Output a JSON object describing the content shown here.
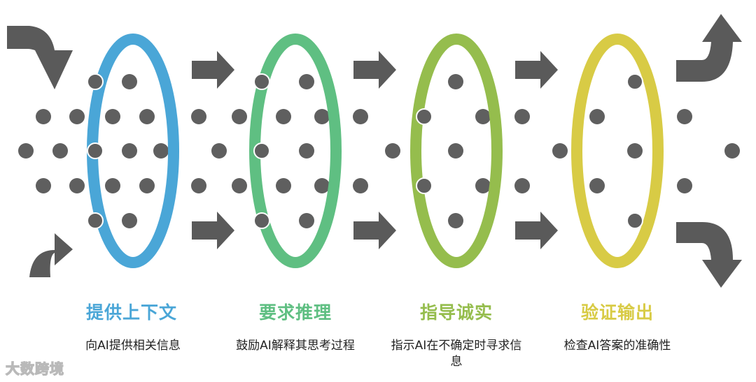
{
  "stages": [
    {
      "title": "提供上下文",
      "description": "向AI提供相关信息",
      "color": "#4aa6d7"
    },
    {
      "title": "要求推理",
      "description": "鼓励AI解释其思考过程",
      "color": "#5fbf82"
    },
    {
      "title": "指导诚实",
      "description": "指示AI在不确定时寻求信息",
      "color": "#95bd4d"
    },
    {
      "title": "验证输出",
      "description": "检查AI答案的准确性",
      "color": "#d8cb45"
    }
  ],
  "watermark": "大数跨境",
  "colors": {
    "dot": "#5f5f5f",
    "arrow": "#5a5a5a"
  },
  "icons": [
    "curved-arrow-in-icon",
    "right-arrow-icon",
    "curved-arrow-out-icon",
    "filter-ring-icon"
  ]
}
